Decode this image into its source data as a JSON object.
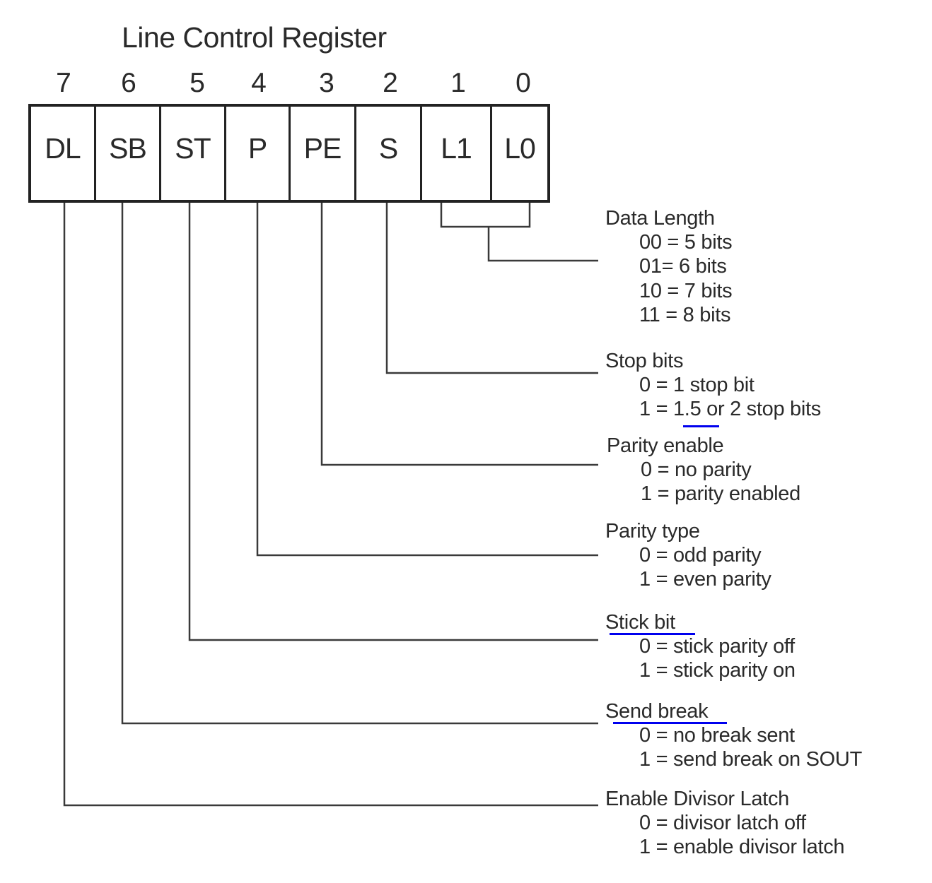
{
  "title": "Line Control Register",
  "bits": [
    {
      "num": "7",
      "abbr": "DL"
    },
    {
      "num": "6",
      "abbr": "SB"
    },
    {
      "num": "5",
      "abbr": "ST"
    },
    {
      "num": "4",
      "abbr": "P"
    },
    {
      "num": "3",
      "abbr": "PE"
    },
    {
      "num": "2",
      "abbr": "S"
    },
    {
      "num": "1",
      "abbr": "L1"
    },
    {
      "num": "0",
      "abbr": "L0"
    }
  ],
  "fields": [
    {
      "name": "Data Length",
      "bits": "L1 L0",
      "options": [
        "00 = 5 bits",
        "01= 6 bits",
        "10 = 7 bits",
        "11 = 8 bits"
      ]
    },
    {
      "name": "Stop bits",
      "bits": "S",
      "options": [
        "0 = 1 stop bit",
        "1 = 1.5 or 2 stop bits"
      ],
      "highlight": "1.5"
    },
    {
      "name": "Parity enable",
      "bits": "PE",
      "options": [
        "0 = no parity",
        "1 = parity enabled"
      ]
    },
    {
      "name": "Parity type",
      "bits": "P",
      "options": [
        "0 = odd parity",
        "1 = even parity"
      ]
    },
    {
      "name": "Stick bit",
      "bits": "ST",
      "options": [
        "0 = stick parity off",
        "1 = stick parity on"
      ],
      "highlight": "Stick bit"
    },
    {
      "name": "Send break",
      "bits": "SB",
      "options": [
        "0 = no break sent",
        "1 = send break on SOUT"
      ],
      "highlight": "Send break"
    },
    {
      "name": "Enable Divisor Latch",
      "bits": "DL",
      "options": [
        "0 = divisor latch off",
        "1 = enable divisor latch"
      ]
    }
  ],
  "colors": {
    "line": "#3a3a3a",
    "highlight_underline": "#0000ee"
  }
}
